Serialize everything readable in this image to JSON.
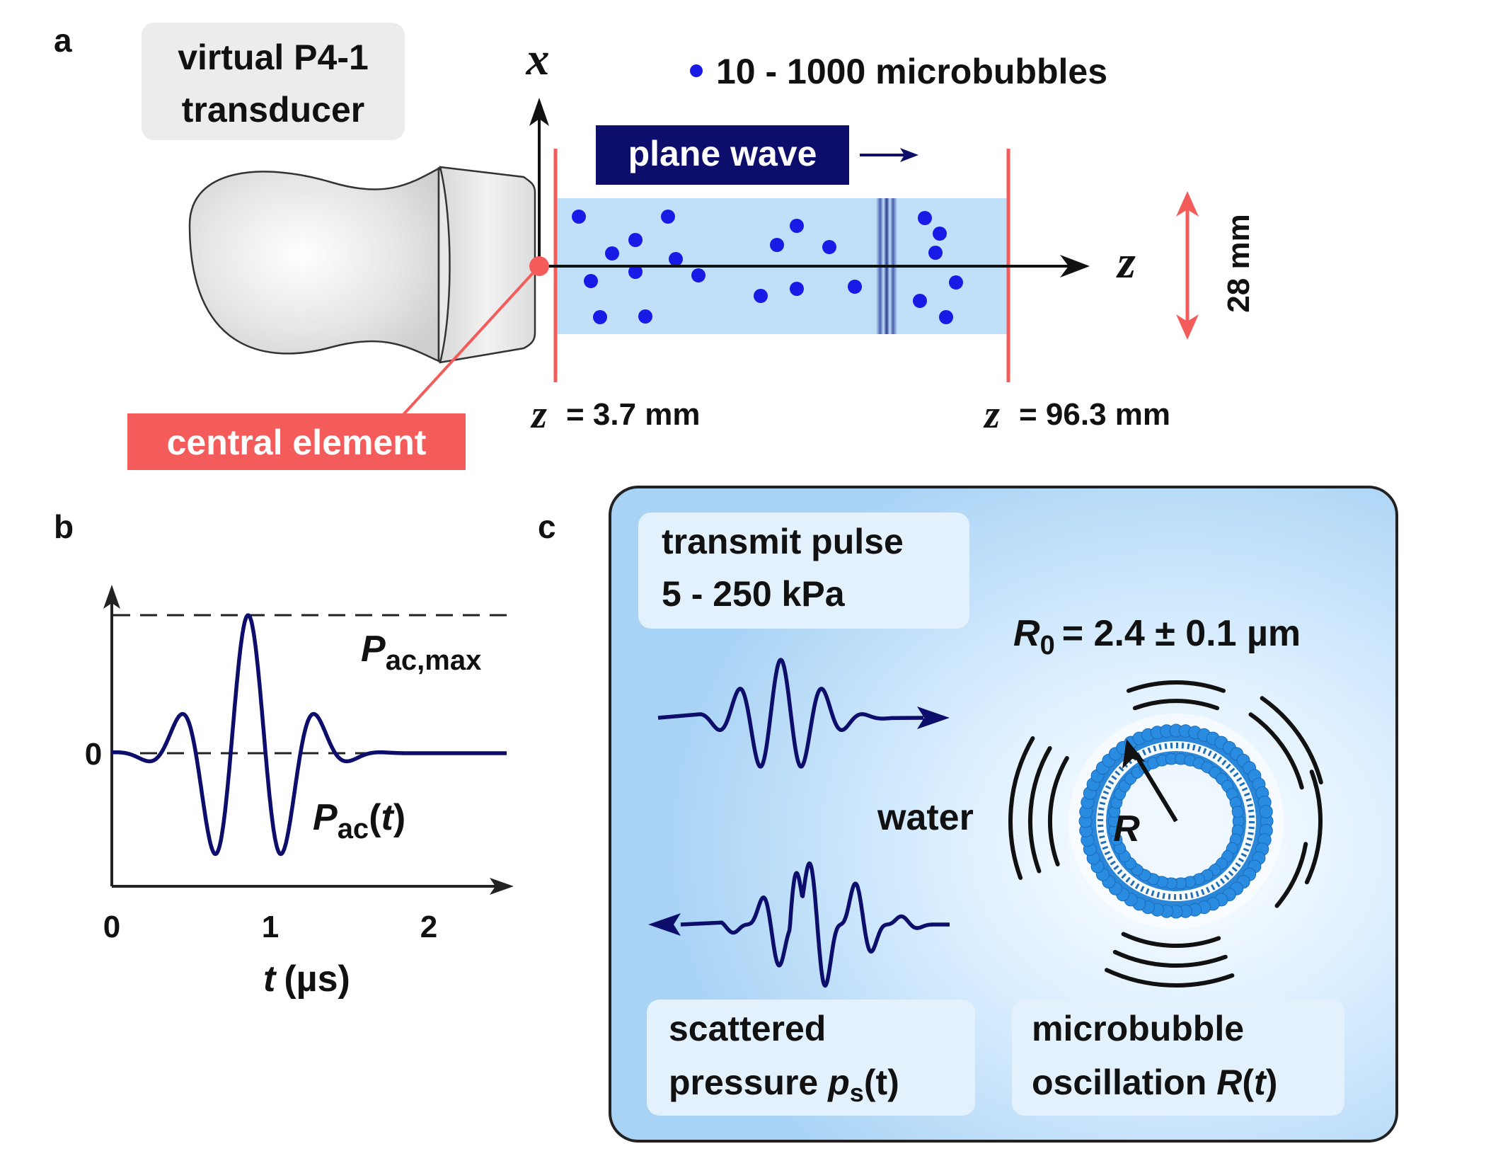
{
  "panels": {
    "a": "a",
    "b": "b",
    "c": "c"
  },
  "panel_a": {
    "transducer_line1": "virtual P4-1",
    "transducer_line2": "transducer",
    "x_axis_symbol": "x",
    "z_axis_symbol": "z",
    "bubble_count_text": "10 - 1000 microbubbles",
    "plane_wave": "plane wave",
    "height_label": "28 mm",
    "z_start_symbol": "z",
    "z_start_value": "= 3.7 mm",
    "z_end_symbol": "z",
    "z_end_value": "= 96.3 mm",
    "central_element": "central element",
    "colors": {
      "red": "#f45b5b",
      "bubble": "#1a1ae6",
      "navy": "#0d0d6b",
      "domain": "#bfe0f8"
    }
  },
  "panel_b": {
    "tick_x": [
      "0",
      "1",
      "2"
    ],
    "tick_y0": "0",
    "x_label_var": "t",
    "x_label_unit": "(µs)",
    "pmax_P": "P",
    "pmax_sub": "ac,max",
    "pac_P": "P",
    "pac_sub": "ac",
    "pac_arg": "(t)",
    "pac_paren_open": "(",
    "pac_paren_close": ")",
    "pac_t": "t"
  },
  "panel_c": {
    "transmit_line1": "transmit pulse",
    "transmit_line2": "5 - 250 kPa",
    "r0_R": "R",
    "r0_sub": "0",
    "r0_value": "= 2.4 ± 0.1 µm",
    "water": "water",
    "radius_label": "R",
    "scattered_line1": "scattered",
    "scattered_line2_word": "pressure",
    "scattered_p": "p",
    "scattered_sub": "s",
    "scattered_arg": "(t)",
    "oscillation_line1": "microbubble",
    "oscillation_line2_word": "oscillation",
    "oscillation_R": "R",
    "oscillation_paren_open": "(",
    "oscillation_t": "t",
    "oscillation_paren_close": ")"
  }
}
